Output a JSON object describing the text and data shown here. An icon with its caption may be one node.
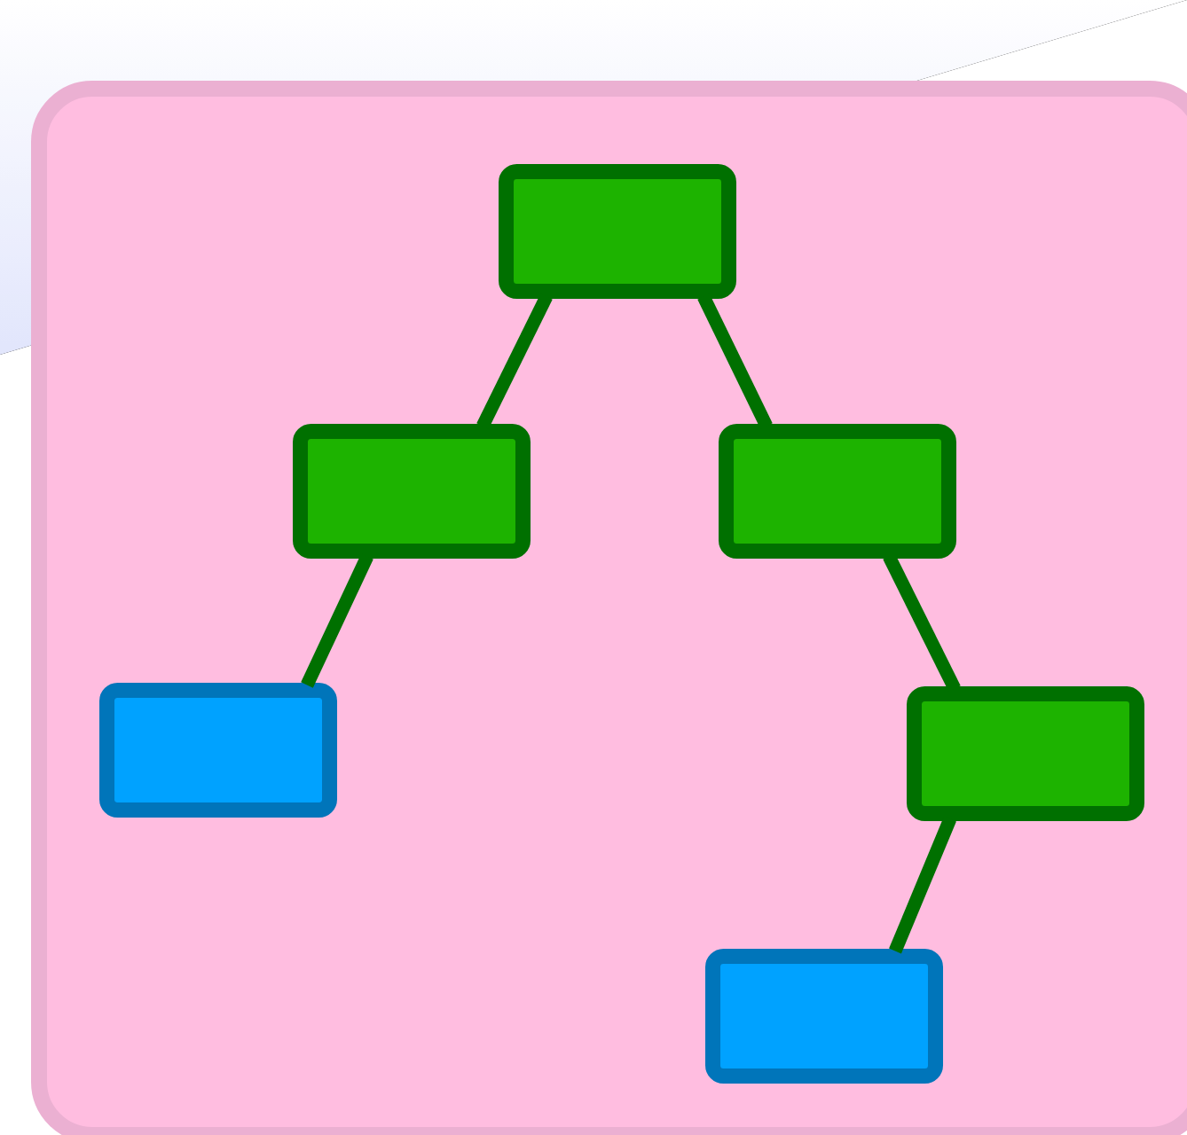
{
  "diagram": {
    "nodes": [
      {
        "text": [],
        "shape": "box"
      },
      {
        "text": [],
        "shape": "box",
        "in": 0
      },
      {
        "text": [],
        "shape": "box",
        "in": 0
      },
      {
        "text": [],
        "shape": "box",
        "in": 0
      },
      {
        "text": [],
        "shape": "box",
        "in": 0
      },
      {
        "text": [],
        "shape": "box",
        "in": 0
      },
      {
        "text": [],
        "shape": "box",
        "in": 0
      }
    ],
    "edges": [
      {
        "from": 1,
        "to": 2,
        "arrow": "none"
      },
      {
        "from": 1,
        "to": 3,
        "arrow": "none"
      },
      {
        "from": 2,
        "to": 4,
        "arrow": "none"
      },
      {
        "from": 3,
        "to": 5,
        "arrow": "none"
      },
      {
        "from": 5,
        "to": 6,
        "arrow": "none"
      }
    ]
  }
}
